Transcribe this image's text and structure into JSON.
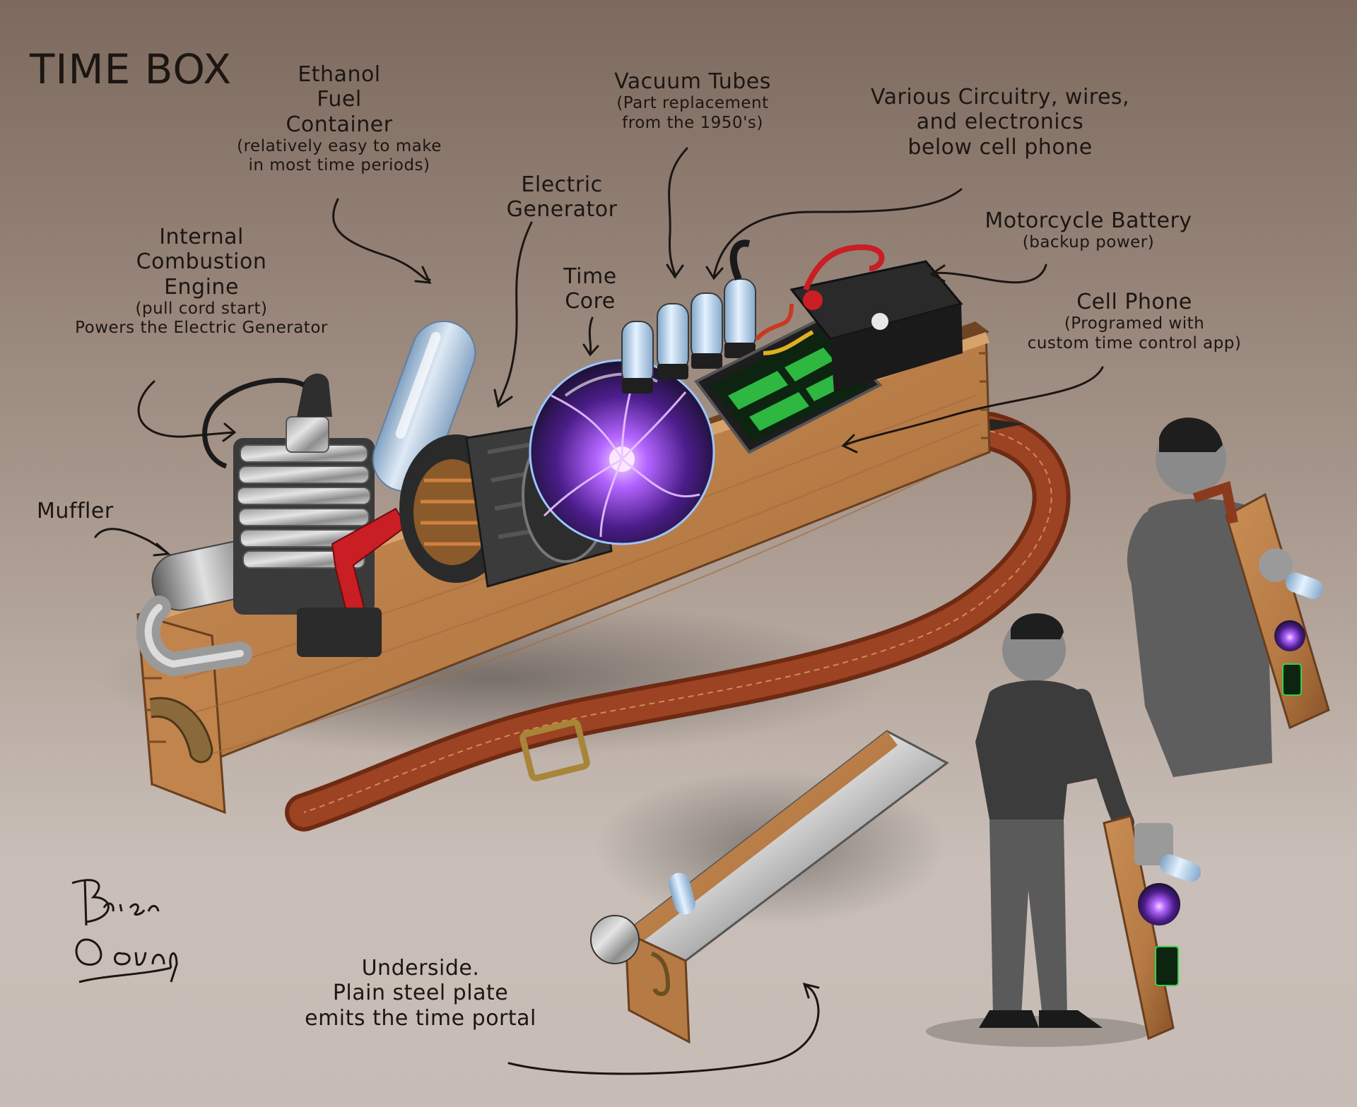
{
  "title": "TIME BOX",
  "signature": "Brian Young",
  "annotations": {
    "ethanol": {
      "title_lines": [
        "Ethanol",
        "Fuel",
        "Container"
      ],
      "note_lines": [
        "(relatively easy to make",
        "in most time periods)"
      ]
    },
    "engine": {
      "title_lines": [
        "Internal",
        "Combustion",
        "Engine"
      ],
      "note_lines": [
        "(pull cord start)",
        "Powers the Electric Generator"
      ]
    },
    "generator": {
      "title_lines": [
        "Electric",
        "Generator"
      ]
    },
    "time_core": {
      "title_lines": [
        "Time",
        "Core"
      ]
    },
    "vacuum_tubes": {
      "title_lines": [
        "Vacuum Tubes"
      ],
      "note_lines": [
        "(Part replacement",
        "from the 1950's)"
      ]
    },
    "circuitry": {
      "title_lines": [
        "Various Circuitry, wires,",
        "and electronics",
        "below cell phone"
      ]
    },
    "battery": {
      "title_lines": [
        "Motorcycle Battery"
      ],
      "note_lines": [
        "(backup power)"
      ]
    },
    "cell_phone": {
      "title_lines": [
        "Cell Phone"
      ],
      "note_lines": [
        "(Programed with",
        "custom time control app)"
      ]
    },
    "muffler": {
      "title_lines": [
        "Muffler"
      ]
    },
    "underside": {
      "title_lines": [
        "Underside.",
        "Plain steel plate",
        "emits the time portal"
      ]
    }
  },
  "colors": {
    "background_top": "#7d6a5e",
    "background_bottom": "#c7bcb5",
    "wood": "#b67a45",
    "wood_dark": "#8a5428",
    "leather_strap": "#8b3a1d",
    "time_core_glow": "#a34cff",
    "phone_screen": "#35d14a",
    "engine_metal": "#b9bcbf",
    "fuel_container": "#a8c8e8",
    "pull_handle": "#c81e24"
  }
}
